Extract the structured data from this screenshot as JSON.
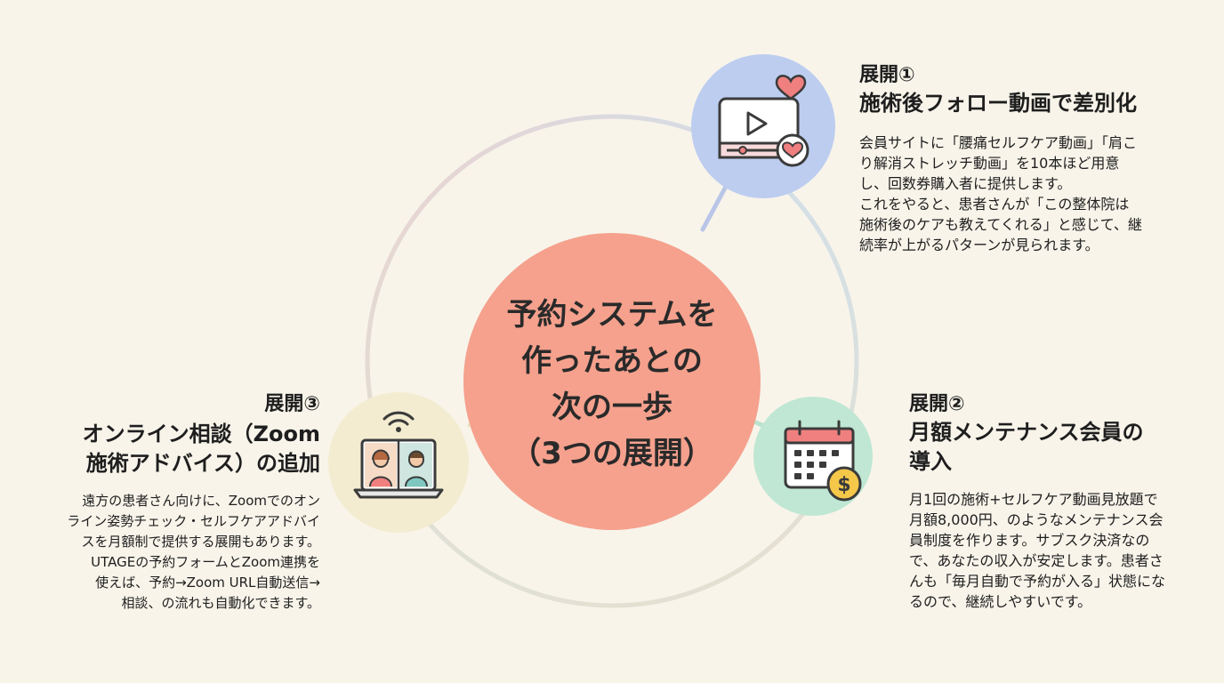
{
  "center": {
    "title": "予約システムを\n作ったあとの\n次の一歩\n（3つの展開）"
  },
  "sections": {
    "follow_video": {
      "kicker": "展開①",
      "heading": "施術後フォロー動画で差別化",
      "body": "会員サイトに「腰痛セルフケア動画」「肩こ\nり解消ストレッチ動画」を10本ほど用意\nし、回数券購入者に提供します。\nこれをやると、患者さんが「この整体院は\n施術後のケアも教えてくれる」と感じて、継\n続率が上がるパターンが見られます。",
      "icon": "video-heart-icon"
    },
    "maintenance_member": {
      "kicker": "展開②",
      "heading": "月額メンテナンス会員の\n導入",
      "body": "月1回の施術+セルフケア動画見放題で\n月額8,000円、のようなメンテナンス会\n員制度を作ります。サブスク決済なの\nで、あなたの収入が安定します。患者さ\nんも「毎月自動で予約が入る」状態にな\nるので、継続しやすいです。",
      "icon": "calendar-dollar-icon"
    },
    "online_consult": {
      "kicker": "展開③",
      "heading": "オンライン相談（Zoom\n施術アドバイス）の追加",
      "body": "遠方の患者さん向けに、Zoomでのオン\nライン姿勢チェック・セルフケアアドバイ\nスを月額制で提供する展開もあります。\nUTAGEの予約フォームとZoom連携を\n使えば、予約→Zoom URL自動送信→\n相談、の流れも自動化できます。",
      "icon": "laptop-video-call-icon"
    }
  },
  "colors": {
    "background": "#f8f4ea",
    "center": "#f5a18d",
    "video_node": "#bccdf0",
    "calendar_node": "#bfe7d3",
    "online_node": "#f3ecd0",
    "heart": "#f07f7f",
    "coin": "#f5c84a"
  }
}
